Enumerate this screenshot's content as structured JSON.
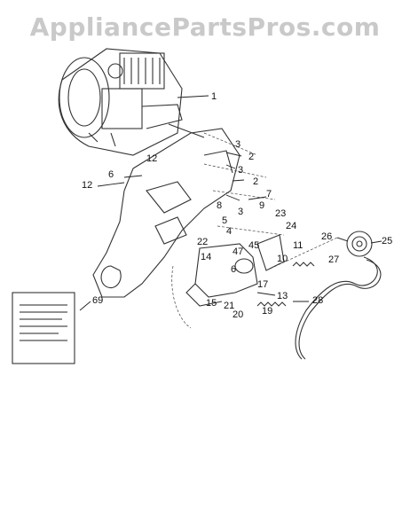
{
  "watermark": "AppliancePartsPros.com",
  "callouts": {
    "c1": "1",
    "c2a": "2",
    "c2b": "2",
    "c3a": "3",
    "c3b": "3",
    "c3c": "3",
    "c4": "4",
    "c5": "5",
    "c6a": "6",
    "c6b": "6",
    "c7": "7",
    "c8": "8",
    "c9": "9",
    "c10": "10",
    "c11": "11",
    "c12a": "12",
    "c12b": "12",
    "c13": "13",
    "c14": "14",
    "c15": "15",
    "c17": "17",
    "c19": "19",
    "c20": "20",
    "c21": "21",
    "c22": "22",
    "c23": "23",
    "c24": "24",
    "c25": "25",
    "c26": "26",
    "c27": "27",
    "c28": "28",
    "c45": "45",
    "c47": "47",
    "c69": "69"
  }
}
